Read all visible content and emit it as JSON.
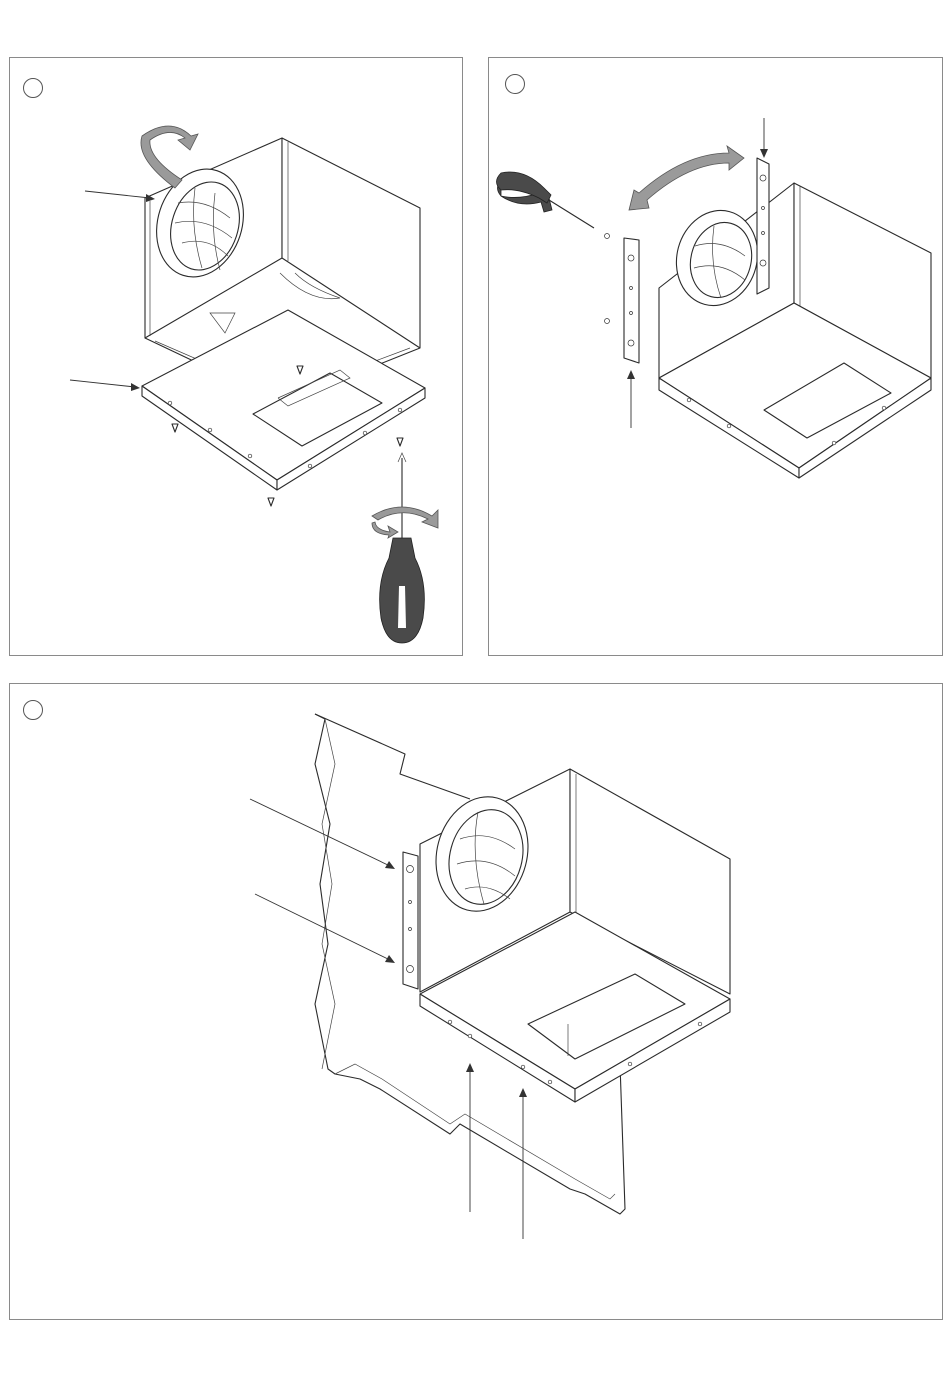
{
  "panels": [
    {
      "id": "step-1",
      "label": ""
    },
    {
      "id": "step-2",
      "label": ""
    },
    {
      "id": "step-3",
      "label": ""
    }
  ],
  "colors": {
    "line": "#2b2b2b",
    "frame": "#8a8a8a",
    "tool_handle": "#4a4a4a",
    "rotate_arrow": "#9a9a9a"
  },
  "icons": [
    "screwdriver-icon",
    "rotate-arrow-icon",
    "pointer-arrow-icon"
  ]
}
